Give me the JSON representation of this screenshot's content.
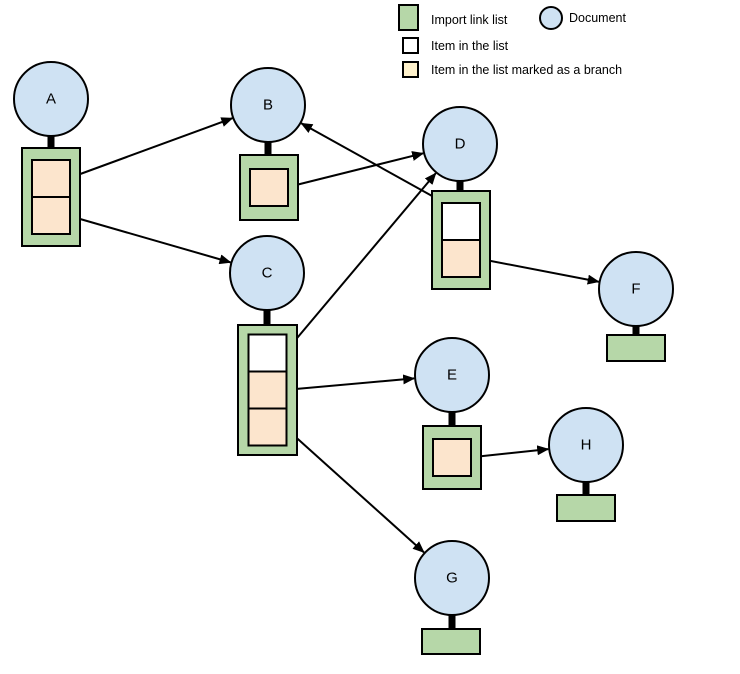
{
  "legend": {
    "import_link_list": "Import link list",
    "document": "Document",
    "item_in_list": "Item in the list",
    "item_branch": "Item in the list marked as a branch"
  },
  "colors": {
    "document": "#cfe2f3",
    "import_link_list": "#b6d7a8",
    "item_plain": "#ffffff",
    "item_branch": "#fce5cd",
    "legend_branch": "#fff2cc"
  },
  "nodes": [
    {
      "id": "A",
      "label": "A",
      "items": [
        "branch",
        "branch"
      ]
    },
    {
      "id": "B",
      "label": "B",
      "items": [
        "branch"
      ]
    },
    {
      "id": "C",
      "label": "C",
      "items": [
        "plain",
        "branch",
        "branch"
      ]
    },
    {
      "id": "D",
      "label": "D",
      "items": [
        "plain",
        "branch"
      ]
    },
    {
      "id": "E",
      "label": "E",
      "items": [
        "branch"
      ]
    },
    {
      "id": "F",
      "label": "F",
      "items": []
    },
    {
      "id": "G",
      "label": "G",
      "items": []
    },
    {
      "id": "H",
      "label": "H",
      "items": []
    }
  ],
  "edges": [
    {
      "from": "A",
      "item": 0,
      "to": "B"
    },
    {
      "from": "A",
      "item": 1,
      "to": "C"
    },
    {
      "from": "B",
      "item": 0,
      "to": "D"
    },
    {
      "from": "C",
      "item": 0,
      "to": "D"
    },
    {
      "from": "C",
      "item": 1,
      "to": "E"
    },
    {
      "from": "C",
      "item": 2,
      "to": "G"
    },
    {
      "from": "D",
      "item": 0,
      "to": "B"
    },
    {
      "from": "D",
      "item": 1,
      "to": "F"
    },
    {
      "from": "E",
      "item": 0,
      "to": "H"
    }
  ]
}
